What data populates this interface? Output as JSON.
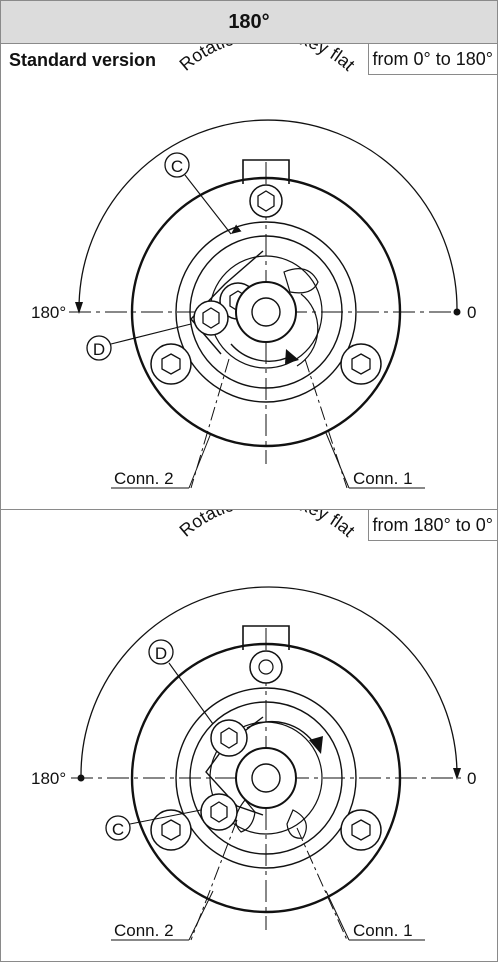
{
  "header": {
    "title": "180°"
  },
  "sections": [
    {
      "title": "Standard version",
      "range": "from 0° to 180°",
      "arc_label": "Rotation angle key flat",
      "label_left": "180°",
      "label_right": "0",
      "callout_upper": "C",
      "callout_lower": "D",
      "conn_left": "Conn. 2",
      "conn_right": "Conn. 1"
    },
    {
      "title": "",
      "range": "from 180° to 0°",
      "arc_label": "Rotation angle key flat",
      "label_left": "180°",
      "label_right": "0",
      "callout_upper": "D",
      "callout_lower": "C",
      "conn_left": "Conn. 2",
      "conn_right": "Conn. 1"
    }
  ]
}
